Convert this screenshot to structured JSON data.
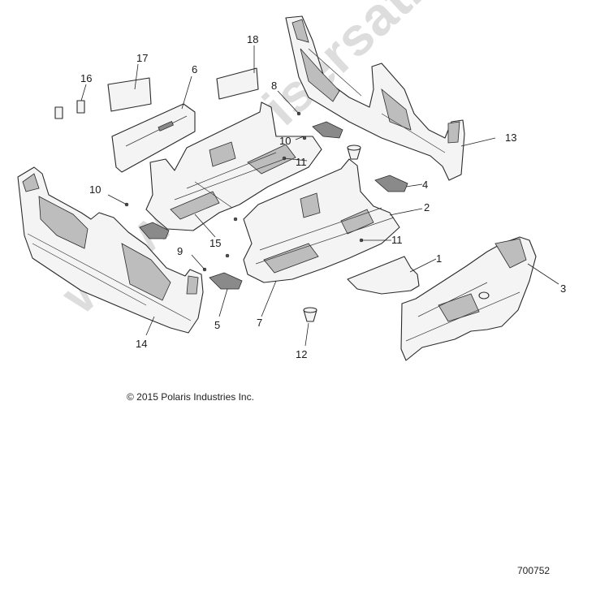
{
  "callouts": {
    "c1": "1",
    "c2": "2",
    "c3": "3",
    "c4": "4",
    "c5": "5",
    "c6": "6",
    "c7": "7",
    "c8": "8",
    "c9": "9",
    "c10a": "10",
    "c10b": "10",
    "c11a": "11",
    "c11b": "11",
    "c12": "12",
    "c13": "13",
    "c14": "14",
    "c15": "15",
    "c16": "16",
    "c17": "17",
    "c18": "18"
  },
  "copyright": "© 2015 Polaris Industries Inc.",
  "drawing_number": "700752",
  "watermark": "www.polarisersatzteile.de"
}
